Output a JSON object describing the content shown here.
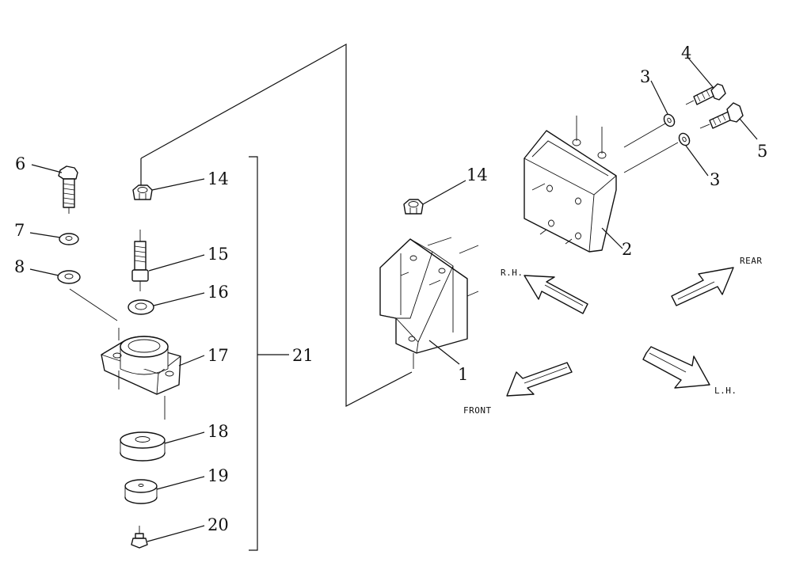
{
  "callouts": {
    "c1": "1",
    "c2": "2",
    "c3a": "3",
    "c3b": "3",
    "c4": "4",
    "c5": "5",
    "c6": "6",
    "c7": "7",
    "c8": "8",
    "c14a": "14",
    "c14b": "14",
    "c15": "15",
    "c16": "16",
    "c17": "17",
    "c18": "18",
    "c19": "19",
    "c20": "20",
    "c21": "21"
  },
  "directions": {
    "rh": "R.H.",
    "rear": "REAR",
    "front": "FRONT",
    "lh": "L.H."
  }
}
